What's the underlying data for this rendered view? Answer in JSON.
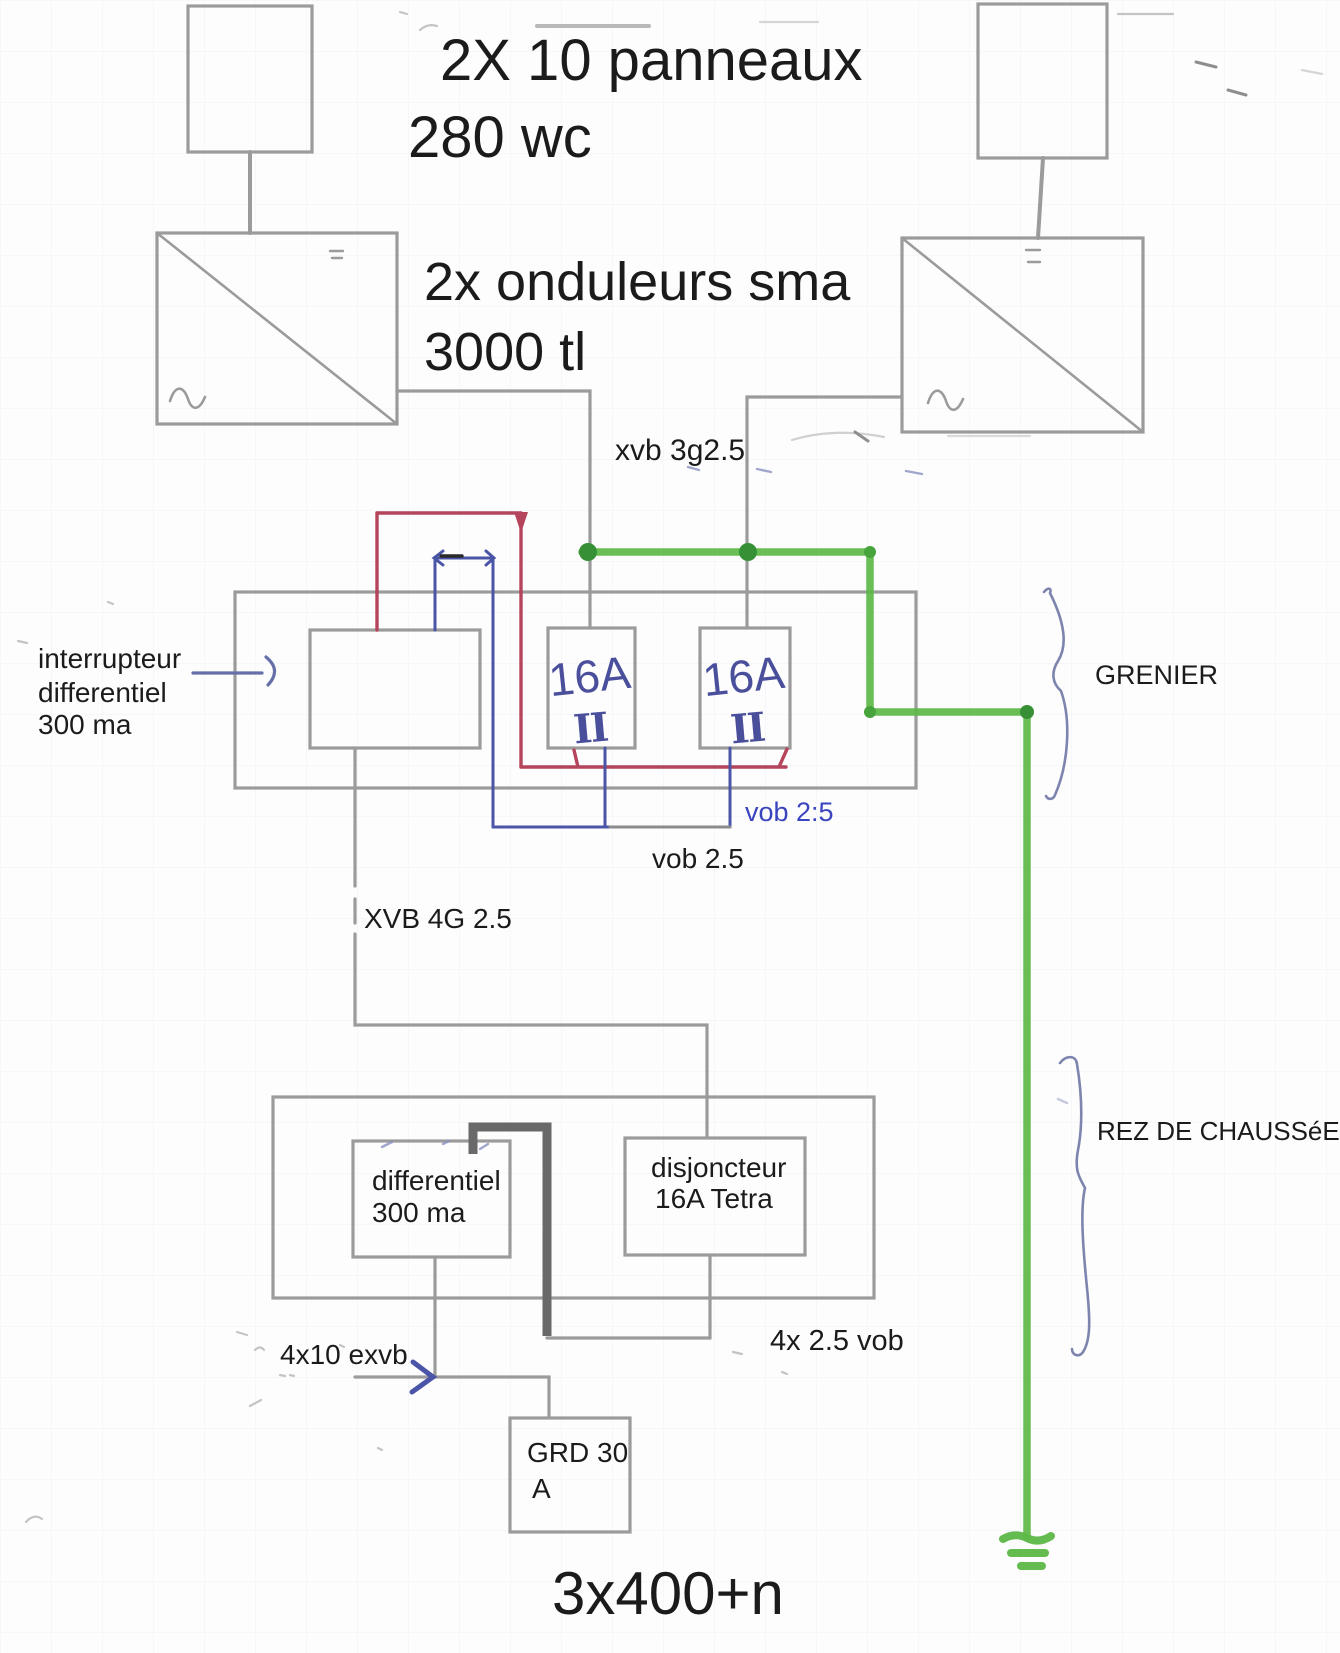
{
  "colors": {
    "pencil": "#9b9b9b",
    "pencil_light": "#c9c9c9",
    "ink_black": "#1b1b1b",
    "blue_pen": "#4a55a8",
    "blue_text": "#3a44bf",
    "red_pen": "#b5455c",
    "green_marker": "#5cb947",
    "green_dark": "#379035",
    "marker_gray": "#696969",
    "brace": "#7d84ad"
  },
  "titles": {
    "panels": "2X 10 panneaux",
    "panels_power": "280 wc",
    "inverters": "2x onduleurs sma",
    "inverters_model": "3000 tl",
    "supply": "3x400+n"
  },
  "cables": {
    "top": "xvb 3g2.5",
    "attic_blue": "vob 2:5",
    "attic_black": "vob 2.5",
    "riser": "XVB 4G 2.5",
    "service": "4x10 exvb",
    "ground_floor": "4x 2.5 vob"
  },
  "zones": {
    "attic": "GRENIER",
    "ground_floor": "REZ DE CHAUSSéE"
  },
  "devices": {
    "main_switch": {
      "l1": "interrupteur",
      "l2": "differentiel",
      "l3": "300 ma"
    },
    "breaker_left": {
      "rating": "16A",
      "poles": "II"
    },
    "breaker_right": {
      "rating": "16A",
      "poles": "II"
    },
    "rcd": {
      "l1": "differentiel",
      "l2": "300 ma"
    },
    "breaker_tetra": {
      "l1": "disjoncteur",
      "l2": "16A Tetra"
    },
    "grd_meter": {
      "l1": "GRD 30",
      "l2": "A"
    }
  }
}
